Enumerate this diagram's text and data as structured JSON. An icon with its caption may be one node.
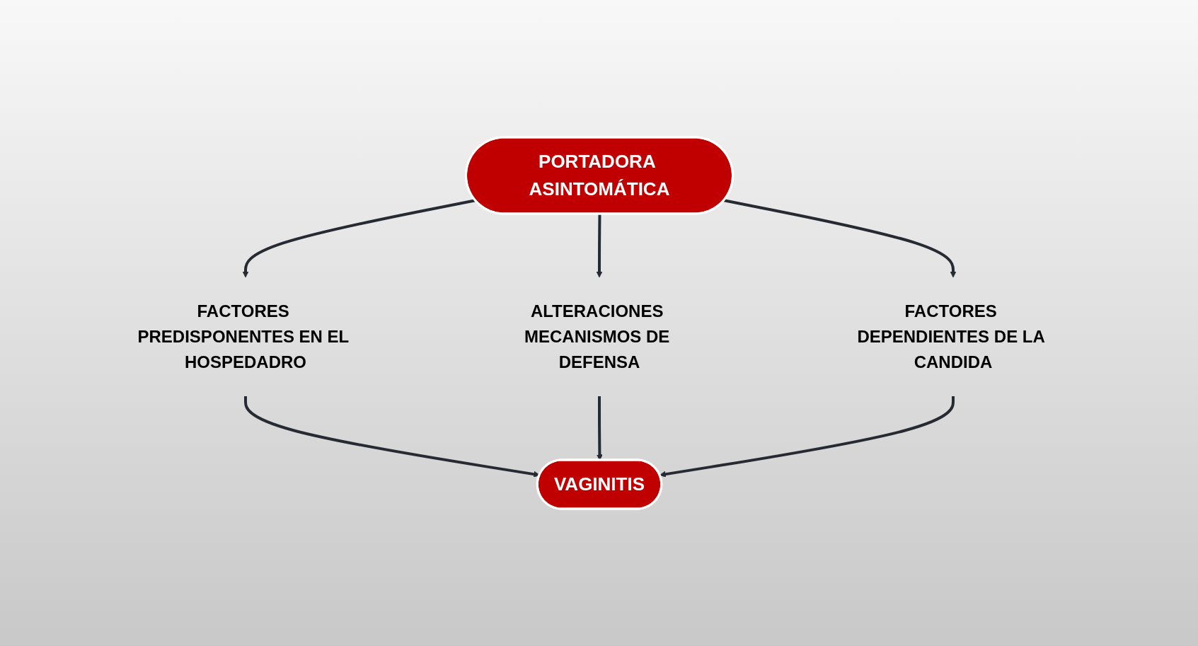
{
  "diagram": {
    "nodes": [
      {
        "text": [
          "PORTADORA ASINTOMÁTICA"
        ]
      },
      {
        "text": [
          "FACTORES PREDISPONENTES EN EL HOSPEDADRO"
        ]
      },
      {
        "text": [
          "ALTERACIONES MECANISMOS DE DEFENSA"
        ]
      },
      {
        "text": [
          "FACTORES DEPENDIENTES DE LA CANDIDA"
        ]
      },
      {
        "text": [
          "VAGINITIS"
        ]
      }
    ],
    "edges": [
      {
        "from": 0,
        "to": 1,
        "arrow": "to"
      },
      {
        "from": 0,
        "to": 2,
        "arrow": "to"
      },
      {
        "from": 0,
        "to": 3,
        "arrow": "to"
      },
      {
        "from": 1,
        "to": 4,
        "arrow": "to"
      },
      {
        "from": 2,
        "to": 4,
        "arrow": "to"
      },
      {
        "from": 3,
        "to": 4,
        "arrow": "to"
      }
    ]
  }
}
